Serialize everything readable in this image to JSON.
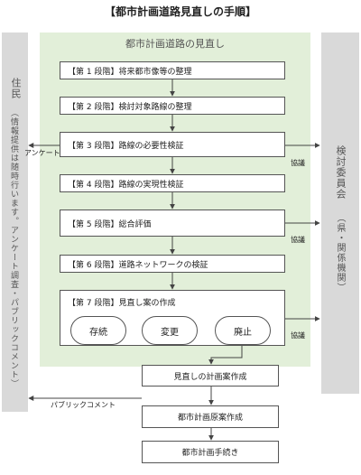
{
  "title": "【都市計画道路見直しの手順】",
  "green_panel_title": "都市計画道路の見直し",
  "left_column": {
    "title": "住民",
    "note": "（情報提供は随時行います。アンケート調査・パブリックコメント）"
  },
  "right_column": {
    "title": "検討委員会",
    "note": "（県・関係機関）"
  },
  "steps": [
    "【第 1 段階】将来都市像等の整理",
    "【第 2 段階】検討対象路線の整理",
    "【第 3 段階】路線の必要性検証",
    "【第 4 段階】路線の実現性検証",
    "【第 5 段階】総合評価",
    "【第 6 段階】道路ネットワークの検証",
    "【第 7 段階】見直し案の作成"
  ],
  "options": [
    "存続",
    "変更",
    "廃止"
  ],
  "final_steps": [
    "見直しの計画案作成",
    "都市計画原案作成",
    "都市計画手続き"
  ],
  "labels": {
    "survey": "アンケート",
    "public_comment": "パブリックコメント",
    "consult": "協議"
  }
}
